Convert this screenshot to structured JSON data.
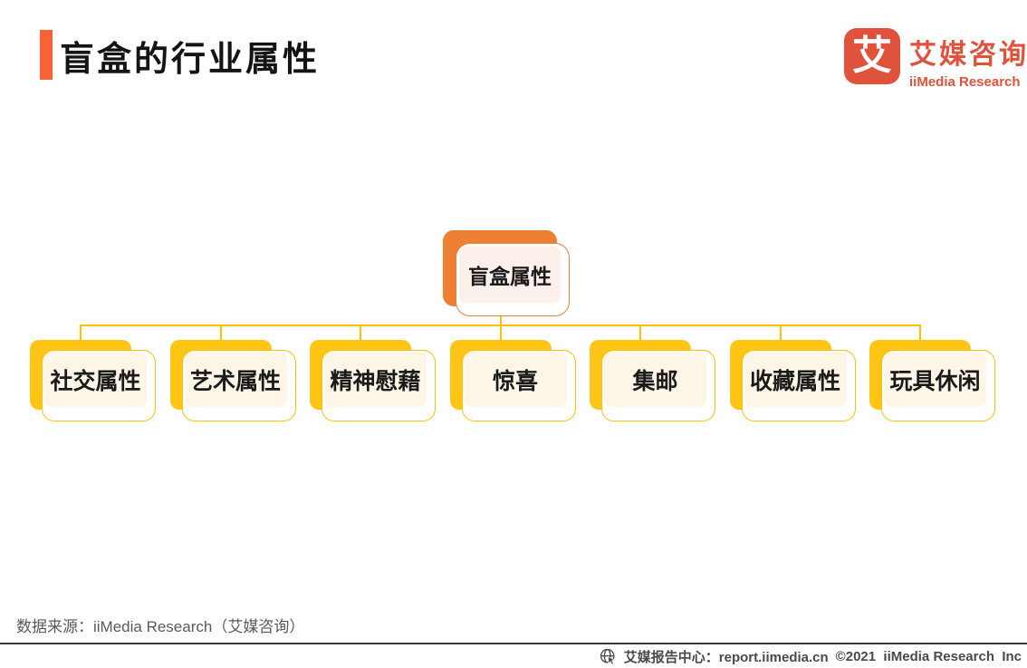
{
  "header": {
    "title": "盲盒的行业属性",
    "logo": {
      "glyph": "艾",
      "name_cn": "艾媒咨询",
      "name_en": "iiMedia Research"
    }
  },
  "diagram": {
    "root_label": "盲盒属性",
    "children": [
      {
        "label": "社交属性"
      },
      {
        "label": "艺术属性"
      },
      {
        "label": "精神慰藉"
      },
      {
        "label": "惊喜"
      },
      {
        "label": "集邮"
      },
      {
        "label": "收藏属性"
      },
      {
        "label": "玩具休闲"
      }
    ]
  },
  "colors": {
    "accent_orange": "#F96237",
    "logo_orange": "#E0523C",
    "root_back_orange": "#ED8033",
    "root_face_fill": "#FBF1EA",
    "child_back_yellow": "#FFC516",
    "child_border_gold": "#FFC000",
    "child_face_fill": "#FDF6E6",
    "text_dark": "#1A1A1A"
  },
  "source_note": "数据来源：iiMedia Research（艾媒咨询）",
  "footer": {
    "site_label": "艾媒报告中心：report.iimedia.cn",
    "copyright": "©2021  iiMedia Research  Inc"
  }
}
